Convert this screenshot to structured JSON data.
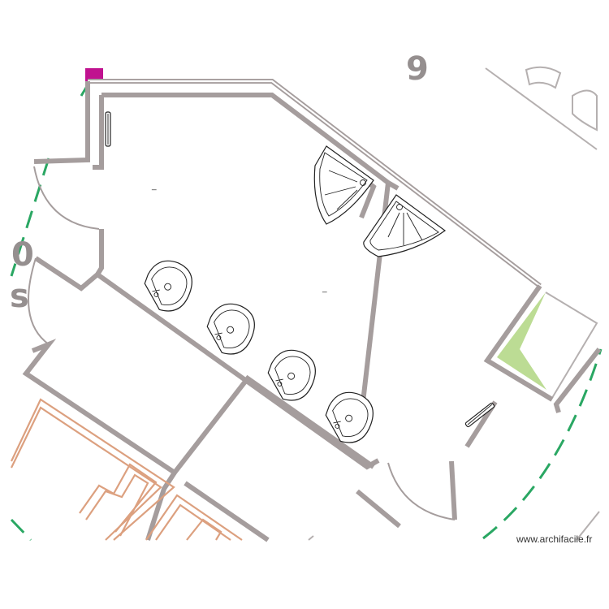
{
  "plan": {
    "labels": [
      "9",
      "0",
      "s"
    ],
    "room_markers": [
      "_",
      "_"
    ]
  },
  "colors": {
    "walls": "#a59d9d",
    "fixtures": "#222222",
    "exterior_building": "#dca07f",
    "boundary_dash": "#2aa763",
    "green_zone": "#bcdc94",
    "marker": "#c0128f"
  },
  "watermark": "www.archifacile.fr"
}
